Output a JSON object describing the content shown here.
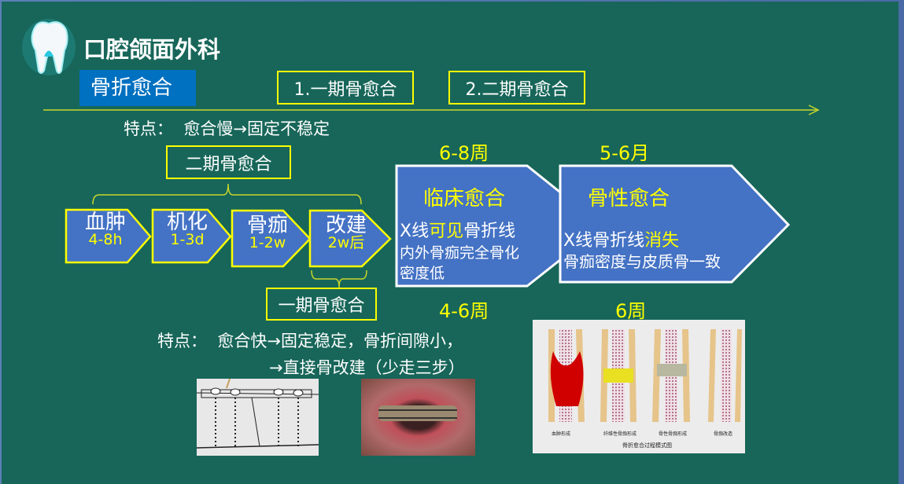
{
  "header": {
    "title": "口腔颌面外科",
    "topic": "骨折愈合",
    "tab1": "1.一期骨愈合",
    "tab2": "2.二期骨愈合"
  },
  "secondary": {
    "feature": "特点：  愈合慢→固定不稳定",
    "box": "二期骨愈合"
  },
  "stages": [
    {
      "name": "血肿",
      "time": "4-8h"
    },
    {
      "name": "机化",
      "time": "1-3d"
    },
    {
      "name": "骨痂",
      "time": "1-2w"
    },
    {
      "name": "改建",
      "time": "2w后"
    }
  ],
  "primary": {
    "box": "一期骨愈合",
    "feature_line1": "特点：  愈合快→固定稳定，骨折间隙小，",
    "feature_line2": "→直接骨改建（少走三步）"
  },
  "clinical": {
    "time_top": "6-8周",
    "time_bottom": "4-6周",
    "title": "临床愈合",
    "line1_pre": "X线",
    "line1_hl": "可见",
    "line1_post": "骨折线",
    "line2": "内外骨痂完全骨化",
    "line3": "密度低"
  },
  "bony": {
    "time_top": "5-6月",
    "time_bottom": "6周",
    "title": "骨性愈合",
    "line1_pre": "X线骨折线",
    "line1_hl": "消失",
    "line2": "骨痂密度与皮质骨一致"
  },
  "diagram": {
    "labels": [
      "血肿形成",
      "纤维性骨痂形成",
      "骨性骨痂形成",
      "骨痂改造"
    ],
    "caption": "骨折愈合过程模式图"
  },
  "colors": {
    "background": "#176659",
    "accent": "#ffff00",
    "blue": "#4472c4",
    "topic": "#0070c0"
  }
}
